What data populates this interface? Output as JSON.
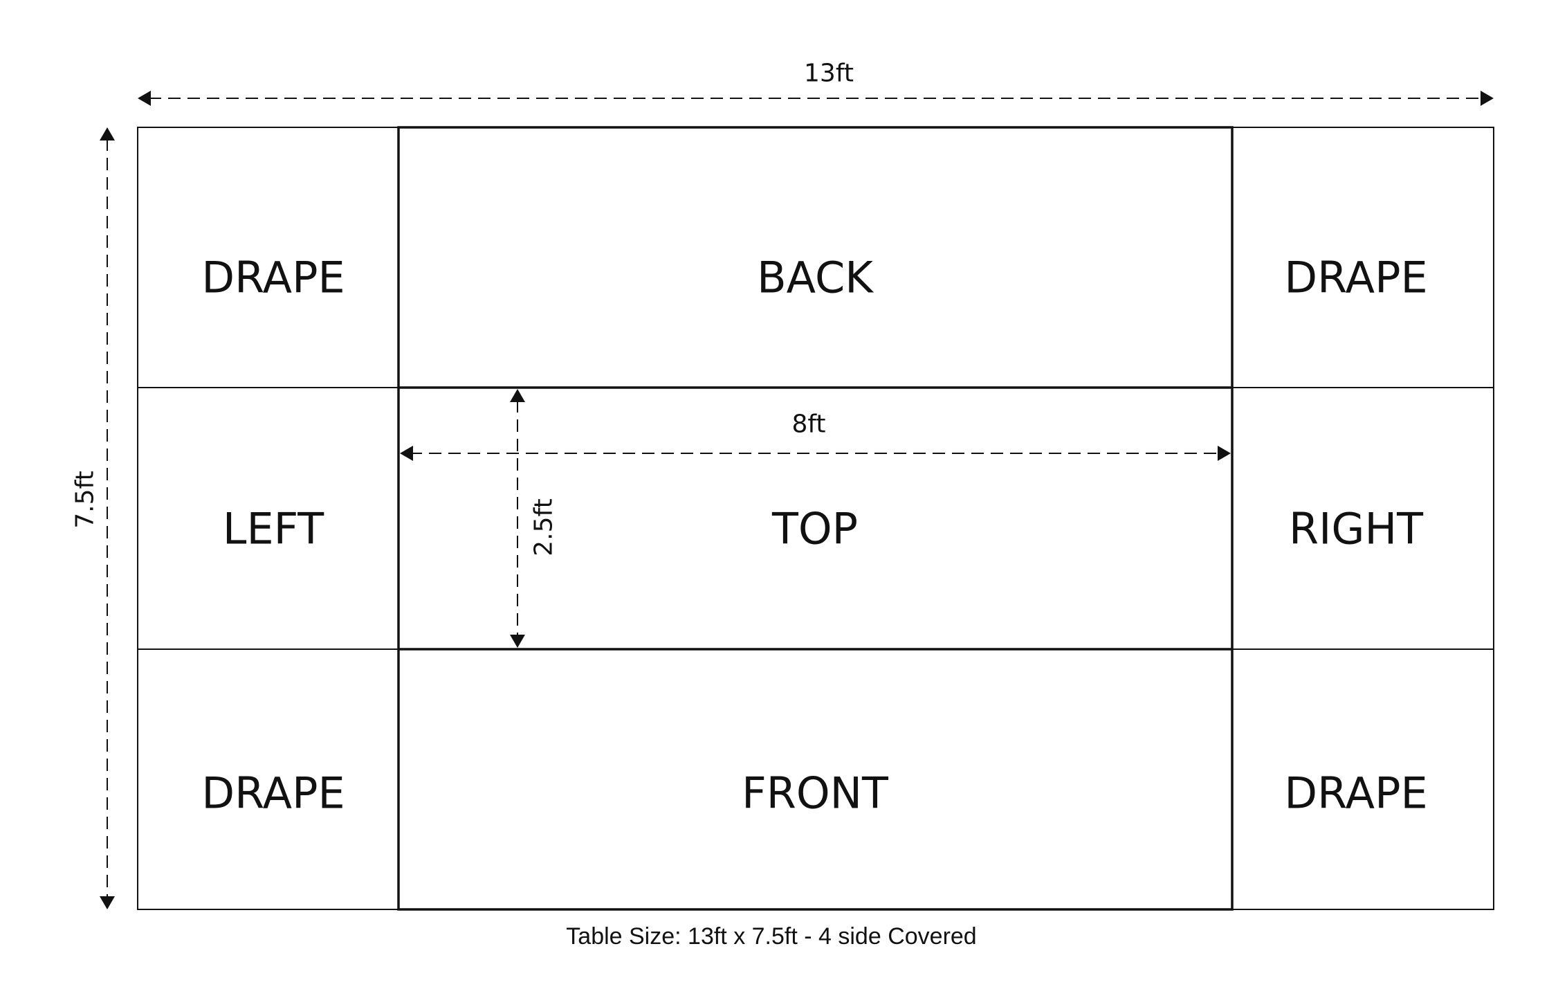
{
  "dimensions": {
    "overall_width": "13ft",
    "overall_height": "7.5ft",
    "top_width": "8ft",
    "top_depth": "2.5ft"
  },
  "panels": {
    "drape_top_left": "DRAPE",
    "back": "BACK",
    "drape_top_right": "DRAPE",
    "left": "LEFT",
    "top": "TOP",
    "right": "RIGHT",
    "drape_bottom_left": "DRAPE",
    "front": "FRONT",
    "drape_bottom_right": "DRAPE"
  },
  "caption": "Table Size: 13ft x 7.5ft - 4 side Covered",
  "colors": {
    "line": "#111111",
    "background": "#ffffff"
  }
}
